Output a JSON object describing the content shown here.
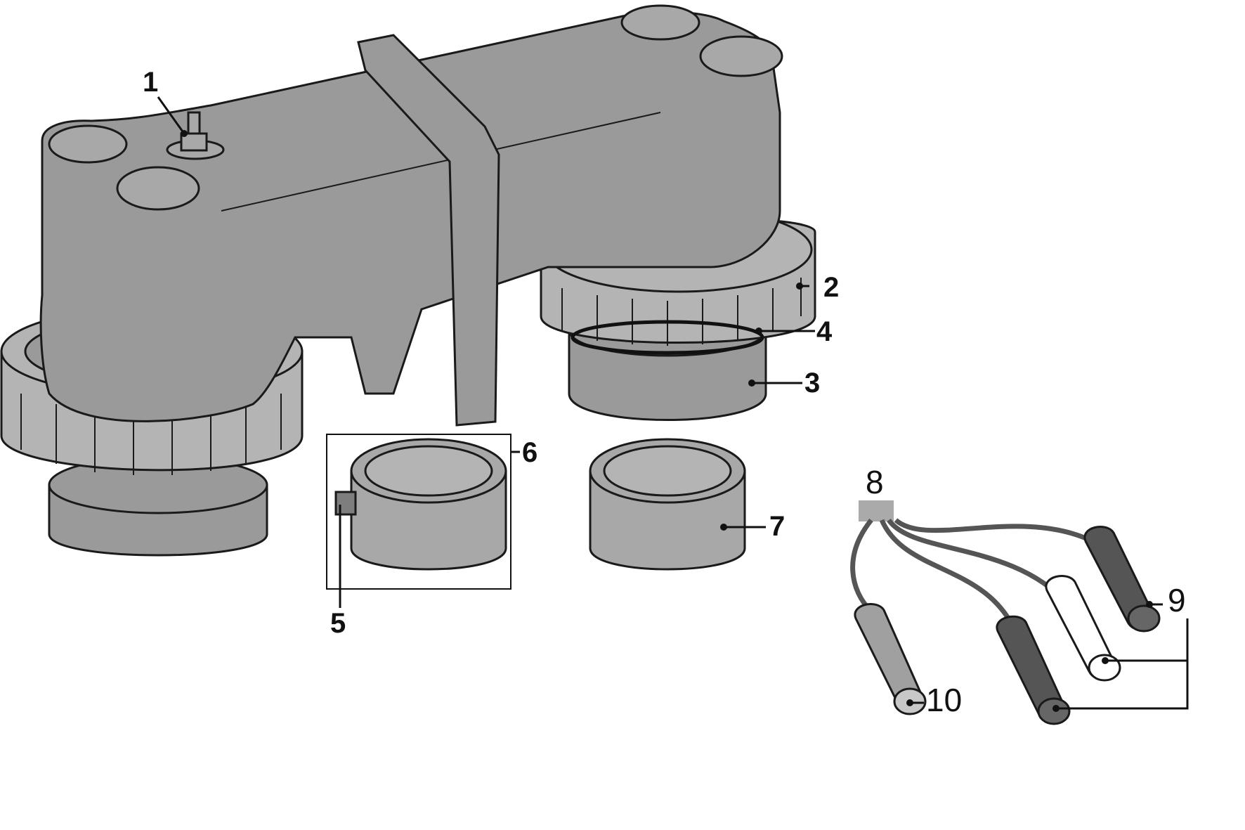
{
  "diagram": {
    "type": "exploded parts diagram",
    "callouts": [
      {
        "id": "1",
        "label": "1"
      },
      {
        "id": "2",
        "label": "2"
      },
      {
        "id": "3",
        "label": "3"
      },
      {
        "id": "4",
        "label": "4"
      },
      {
        "id": "5",
        "label": "5"
      },
      {
        "id": "6",
        "label": "6"
      },
      {
        "id": "7",
        "label": "7"
      },
      {
        "id": "8",
        "label": "8"
      },
      {
        "id": "9",
        "label": "9"
      },
      {
        "id": "10",
        "label": "10"
      }
    ],
    "colors": {
      "body": "#9a9a9a",
      "rings": "#b4b4b4",
      "probe_dark": "#555555",
      "probe_white": "#ffffff",
      "probe_gray": "#a0a0a0",
      "lines": "#1a1a1a"
    }
  }
}
